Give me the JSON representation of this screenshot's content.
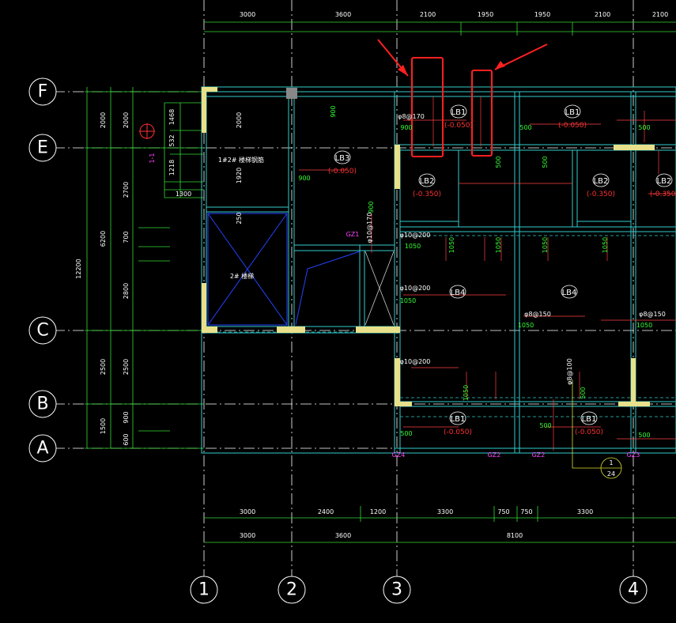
{
  "drawing": {
    "grid_axes_horizontal": [
      "F",
      "E",
      "C",
      "B",
      "A"
    ],
    "grid_axes_vertical": [
      "1",
      "2",
      "3",
      "4"
    ],
    "top_dimensions": [
      "3000",
      "3600",
      "2100",
      "1950",
      "1950",
      "2100",
      "2100"
    ],
    "left_dimensions_outer": [
      "12200"
    ],
    "left_dimensions_mid": [
      "2000",
      "6200",
      "2500",
      "1500"
    ],
    "left_dimensions_inner": [
      "2000",
      "2700",
      "700",
      "2800",
      "2500",
      "900",
      "600"
    ],
    "left_dimensions_small": [
      "1468",
      "532",
      "1218",
      "1920",
      "1300",
      "250"
    ],
    "bottom_dimensions_1": [
      "3000",
      "2400",
      "1200",
      "3300",
      "750",
      "750",
      "3300"
    ],
    "bottom_dimensions_2": [
      "3000",
      "3600",
      "8100"
    ],
    "slabs": [
      {
        "name": "LB1",
        "elevation": "(-0.050)"
      },
      {
        "name": "LB1",
        "elevation": "(-0.050)"
      },
      {
        "name": "LB3",
        "elevation": "(-0.050)"
      },
      {
        "name": "LB2",
        "elevation": "(-0.350)"
      },
      {
        "name": "LB2",
        "elevation": "(-0.350)"
      },
      {
        "name": "LB2",
        "elevation": "(-0.350)"
      },
      {
        "name": "LB4",
        "elevation": ""
      },
      {
        "name": "LB4",
        "elevation": ""
      },
      {
        "name": "LB1",
        "elevation": "(-0.050)"
      },
      {
        "name": "LB1",
        "elevation": "(-0.050)"
      }
    ],
    "rebar_labels": [
      "φ8@170",
      "φ10@200",
      "φ10@200",
      "φ10@200",
      "φ8@150",
      "φ8@150",
      "φ10@170",
      "φ8@100"
    ],
    "green_labels": [
      "900",
      "500",
      "500",
      "500",
      "500",
      "900",
      "900",
      "900",
      "1050",
      "1050",
      "1050",
      "1050",
      "1050",
      "1050",
      "1050",
      "1050",
      "1050",
      "500",
      "500",
      "500"
    ],
    "column_labels": [
      "GZ1",
      "GZ4",
      "GZ2",
      "GZ2",
      "GZ3"
    ],
    "room_label": "2# 楼梯",
    "small_texts": [
      "1-1",
      "1#2# 楼梯钢筋",
      "1",
      "24"
    ],
    "highlight_color": "#ff2020"
  }
}
